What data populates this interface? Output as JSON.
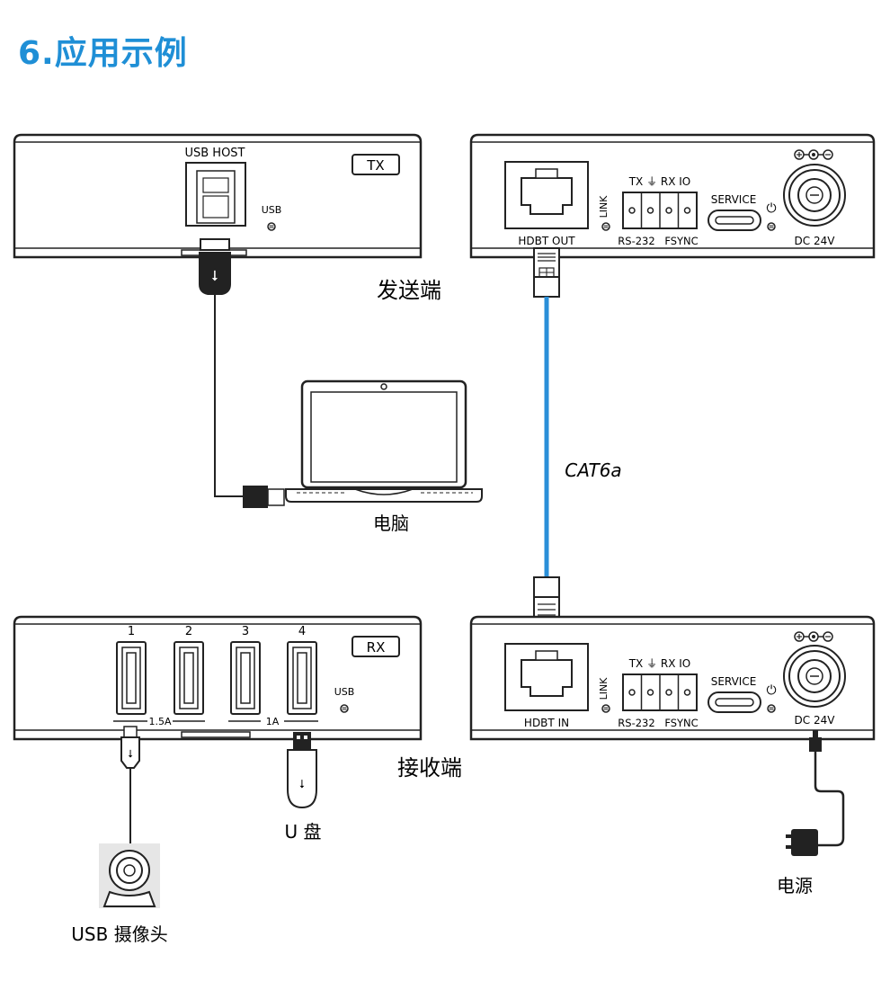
{
  "title": "6.应用示例",
  "tx_panel": {
    "badge": "TX",
    "usb_host_label": "USB HOST",
    "usb_led_label": "USB"
  },
  "rx_panel": {
    "badge": "RX",
    "port_numbers": [
      "1",
      "2",
      "3",
      "4"
    ],
    "current_15a": "1.5A",
    "current_1a": "1A",
    "usb_led_label": "USB"
  },
  "tx_rear": {
    "hdbt_label": "HDBT OUT",
    "link_label": "LINK",
    "terminal_top": "TX ⏚ RX  IO",
    "rs232_label": "RS-232",
    "fsync_label": "FSYNC",
    "service_label": "SERVICE",
    "dc_label": "DC 24V"
  },
  "rx_rear": {
    "hdbt_label": "HDBT IN",
    "link_label": "LINK",
    "terminal_top": "TX ⏚ RX  IO",
    "rs232_label": "RS-232",
    "fsync_label": "FSYNC",
    "service_label": "SERVICE",
    "dc_label": "DC 24V"
  },
  "labels": {
    "sender": "发送端",
    "receiver": "接收端",
    "computer": "电脑",
    "cable": "CAT6a",
    "udisk": "U 盘",
    "camera": "USB 摄像头",
    "power": "电源"
  },
  "colors": {
    "title": "#1f8fd6",
    "cable": "#2a8fd8",
    "line": "#222222"
  }
}
